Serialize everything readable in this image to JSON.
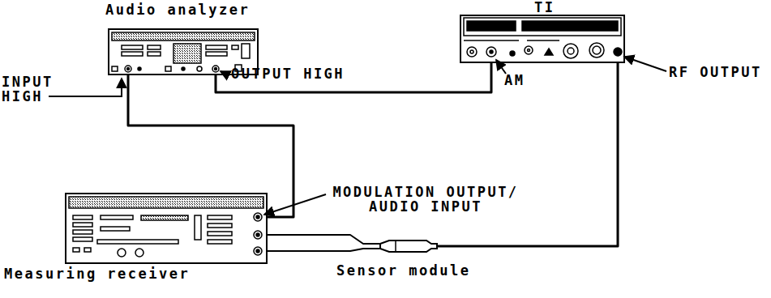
{
  "diagram": {
    "nodes": [
      {
        "text": [
          "Audio analyzer"
        ]
      },
      {
        "text": [
          "TI"
        ]
      },
      {
        "text": [
          "Measuring receiver"
        ]
      },
      {
        "text": [
          "Sensor module"
        ]
      }
    ],
    "edges": [
      {
        "from": 0,
        "to": 1,
        "arrow": "none"
      },
      {
        "from": 0,
        "to": 2,
        "arrow": "none"
      },
      {
        "from": 1,
        "to": 3,
        "arrow": "none"
      },
      {
        "from": 3,
        "to": 2,
        "arrow": "none"
      },
      {
        "from": 3,
        "to": 2,
        "arrow": "none"
      }
    ],
    "labels": [
      "INPUT HIGH",
      "OUTPUT HIGH",
      "AM",
      "RF OUTPUT",
      "MODULATION OUTPUT/ AUDIO INPUT"
    ]
  }
}
